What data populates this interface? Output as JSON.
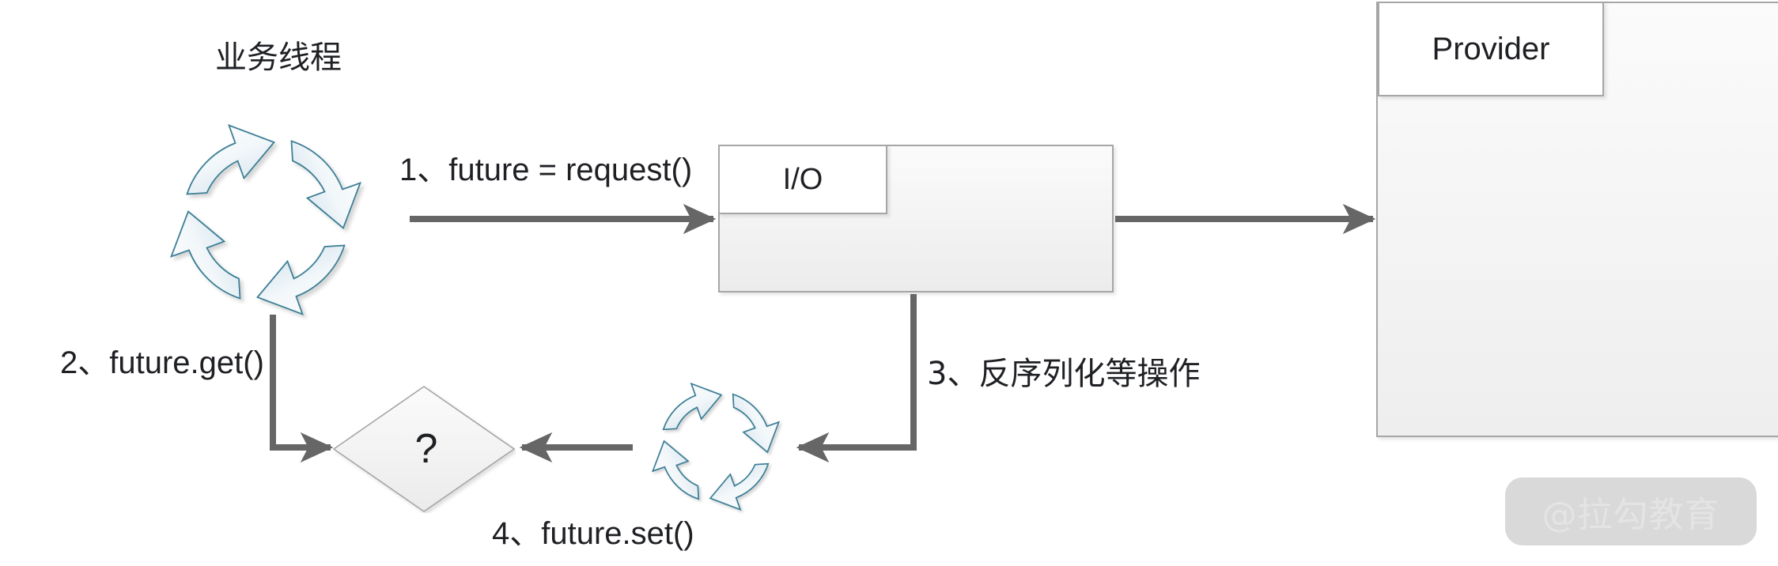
{
  "diagram": {
    "title_label": "业务线程",
    "nodes": {
      "provider": {
        "label": "Provider"
      },
      "io": {
        "label": "I/O"
      },
      "decision": {
        "label": "?"
      },
      "business_thread_cycle": {
        "label": "business-thread-cycle"
      },
      "io_thread_cycle": {
        "label": "io-thread-cycle"
      }
    },
    "edges": [
      {
        "id": "step1",
        "label": "1、future = request()"
      },
      {
        "id": "step2",
        "label": "2、future.get()"
      },
      {
        "id": "step3",
        "label": "3、反序列化等操作"
      },
      {
        "id": "step4",
        "label": "4、future.set()"
      }
    ],
    "watermark": "@拉勾教育",
    "colors": {
      "connector": "#666666",
      "shape_border": "#a6a6a6",
      "cycle_stroke": "#3c7f96",
      "text": "#1f2024",
      "watermark_bg": "#d9d9d9"
    }
  }
}
